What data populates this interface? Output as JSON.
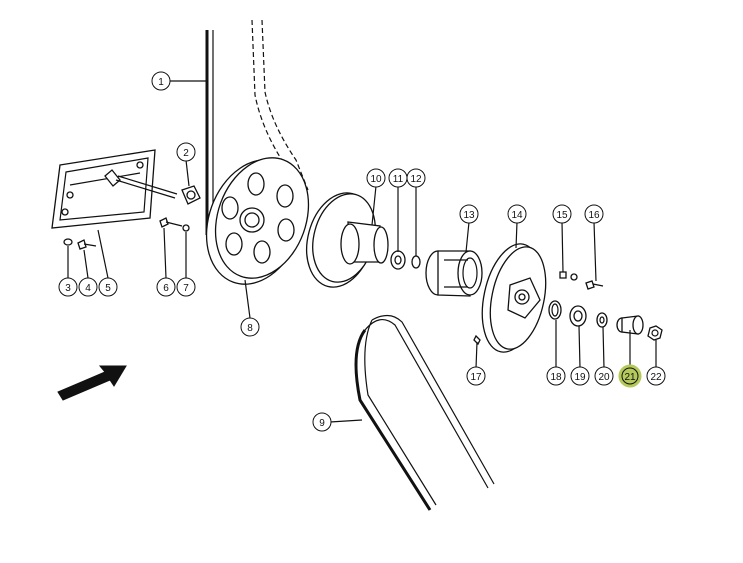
{
  "colors": {
    "highlight": "#b5c95a",
    "ink": "#111111"
  },
  "callouts": [
    "1",
    "2",
    "3",
    "4",
    "5",
    "6",
    "7",
    "8",
    "9",
    "10",
    "11",
    "12",
    "13",
    "14",
    "15",
    "16",
    "17",
    "18",
    "19",
    "20",
    "21",
    "22"
  ],
  "highlighted_callout": "21"
}
